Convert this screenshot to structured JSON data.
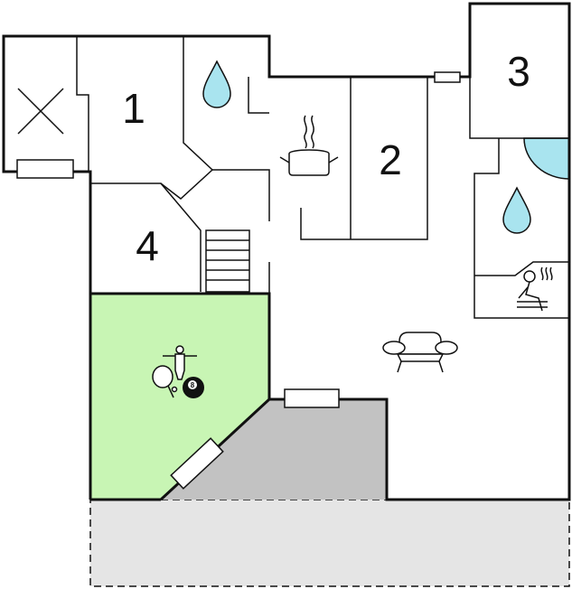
{
  "rooms": {
    "room1": {
      "label": "1"
    },
    "room2": {
      "label": "2"
    },
    "room3": {
      "label": "3"
    },
    "room4": {
      "label": "4"
    }
  },
  "billiard": {
    "label": "8"
  },
  "icons": {
    "water_room1": "water-drop-icon",
    "water_bath": "water-drop-icon",
    "kitchen": "cooking-pot-icon",
    "sauna": "sauna-person-icon",
    "sofa": "sofa-icon",
    "game": "table-football-icon",
    "tabletennis": "table-tennis-icon",
    "billiard": "billiard-ball-icon",
    "cross": "cross-icon"
  },
  "colors": {
    "game_room": "#c8f5b4",
    "terrace": "#c2c2c2",
    "outdoor_area": "#e5e5e5",
    "water": "#a9e4ef"
  }
}
